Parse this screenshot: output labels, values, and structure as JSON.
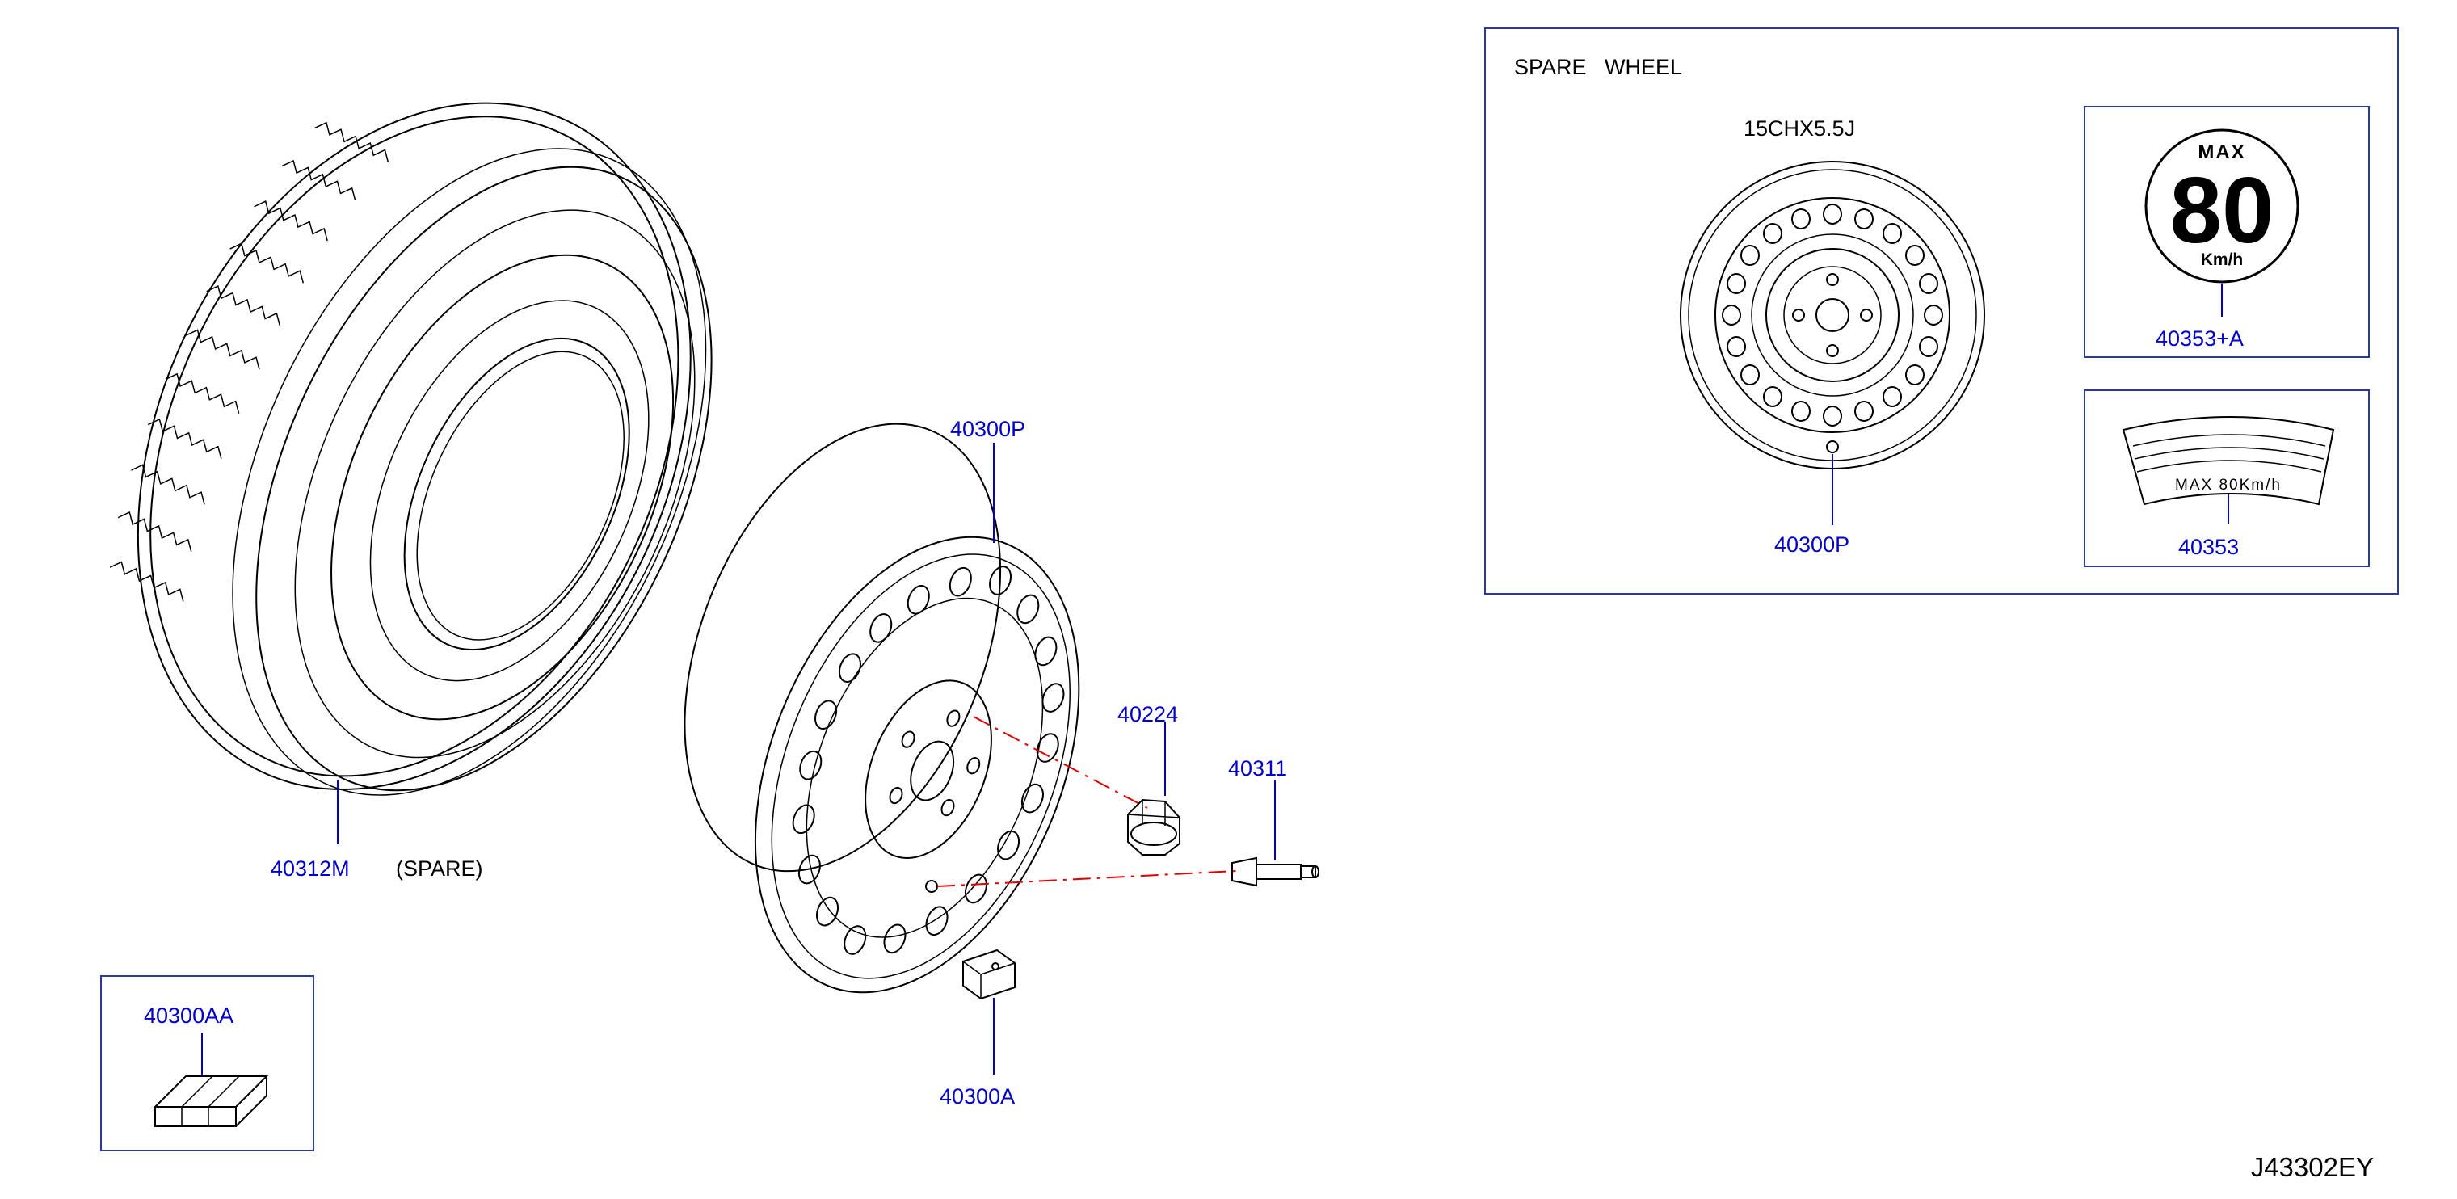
{
  "parts": {
    "tire": {
      "number": "40312M",
      "note": "(SPARE)"
    },
    "wheel": {
      "number": "40300P"
    },
    "nut": {
      "number": "40224"
    },
    "valve": {
      "number": "40311"
    },
    "weight": {
      "number": "40300A"
    },
    "weight_set": {
      "number": "40300AA"
    }
  },
  "inset": {
    "title": "SPARE   WHEEL",
    "wheel_size": "15CHX5.5J",
    "wheel_number": "40300P",
    "speed_label": {
      "number": "40353+A",
      "max_text": "MAX",
      "speed_value": "80",
      "unit_text": "Km/h"
    },
    "sticker": {
      "number": "40353",
      "text": "MAX 80Km/h"
    }
  },
  "diagram_code": "J43302EY",
  "colors": {
    "callout": "#0000cc",
    "centerline": "#e00000",
    "frame": "#2a3a9a"
  }
}
